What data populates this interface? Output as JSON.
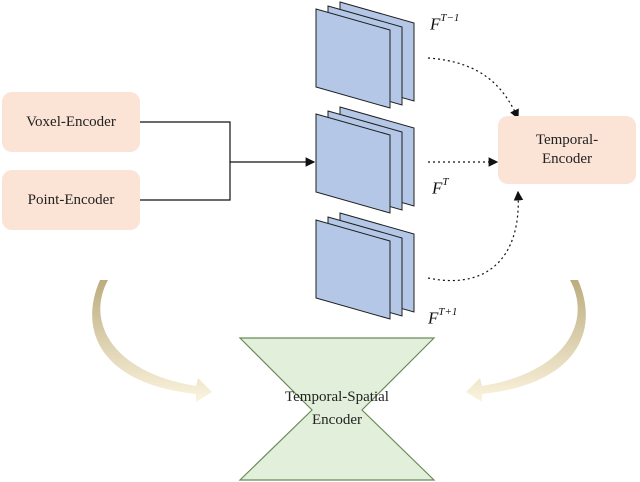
{
  "encoders": {
    "voxel": "Voxel-Encoder",
    "point": "Point-Encoder",
    "temporal_line1": "Temporal-",
    "temporal_line2": "Encoder",
    "temporal_spatial_line1": "Temporal-Spatial",
    "temporal_spatial_line2": "Encoder"
  },
  "feature_maps": {
    "prev": {
      "base": "F",
      "sup": "T−1"
    },
    "curr": {
      "base": "F",
      "sup": "T"
    },
    "next": {
      "base": "F",
      "sup": "T+1"
    }
  },
  "colors": {
    "encoder_fill": "#fbe3d6",
    "feature_fill": "#b4c7e7",
    "feature_stroke": "#1f1f1f",
    "hourglass_fill": "#e2efda",
    "hourglass_stroke": "#6a8c5a",
    "curve_arrow": "#d9d2b0"
  }
}
